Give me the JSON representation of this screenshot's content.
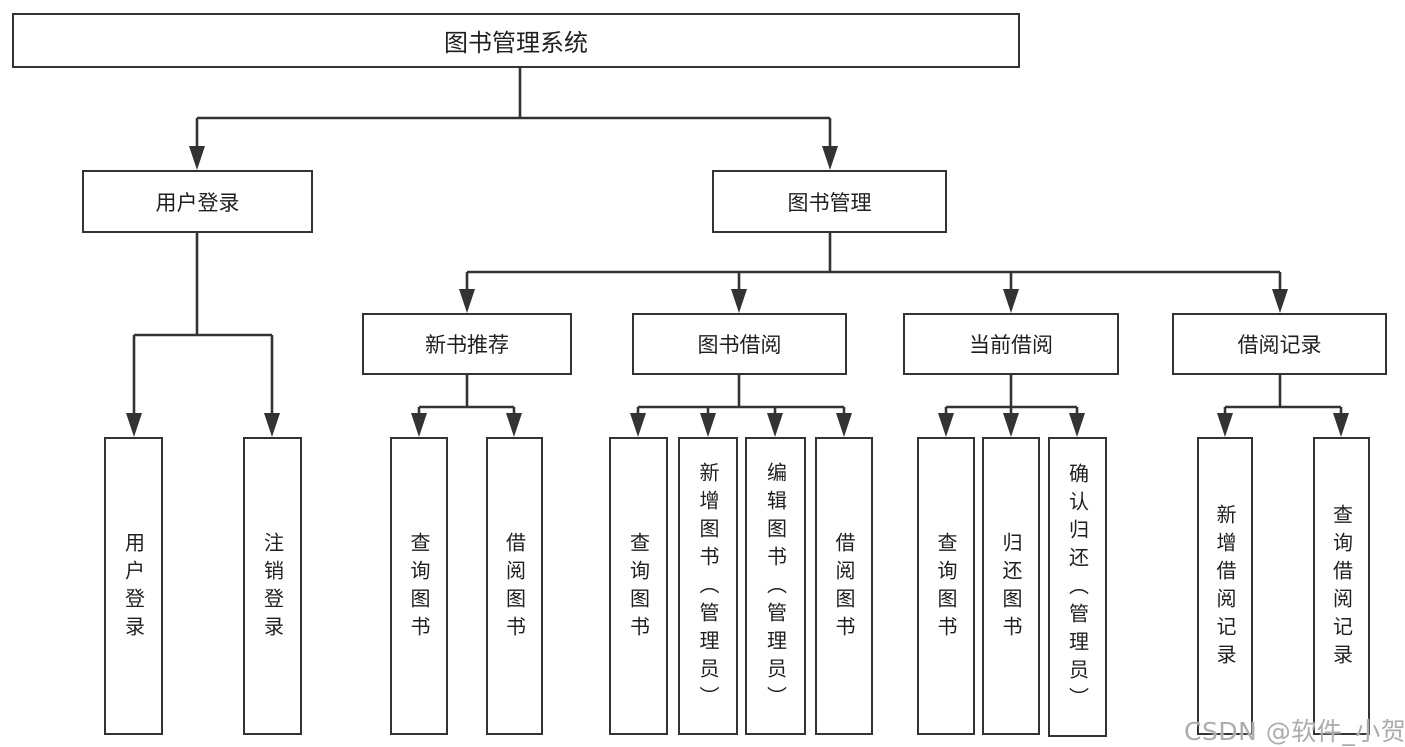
{
  "diagram": {
    "label": "图书管理系统",
    "children": [
      {
        "label": "用户登录",
        "children": [
          {
            "label": "用户登录"
          },
          {
            "label": "注销登录"
          }
        ]
      },
      {
        "label": "图书管理",
        "children": [
          {
            "label": "新书推荐",
            "children": [
              {
                "label": "查询图书"
              },
              {
                "label": "借阅图书"
              }
            ]
          },
          {
            "label": "图书借阅",
            "children": [
              {
                "label": "查询图书"
              },
              {
                "label": "新增图书（管理员）"
              },
              {
                "label": "编辑图书（管理员）"
              },
              {
                "label": "借阅图书"
              }
            ]
          },
          {
            "label": "当前借阅",
            "children": [
              {
                "label": "查询图书"
              },
              {
                "label": "归还图书"
              },
              {
                "label": "确认归还（管理员）"
              }
            ]
          },
          {
            "label": "借阅记录",
            "children": [
              {
                "label": "新增借阅记录"
              },
              {
                "label": "查询借阅记录"
              }
            ]
          }
        ]
      }
    ]
  },
  "watermark": {
    "text": "CSDN @软件_小贺同学"
  },
  "colors": {
    "line": "#333333",
    "text": "#1f1f1f",
    "watermark": "#adadad",
    "background": "#ffffff"
  }
}
